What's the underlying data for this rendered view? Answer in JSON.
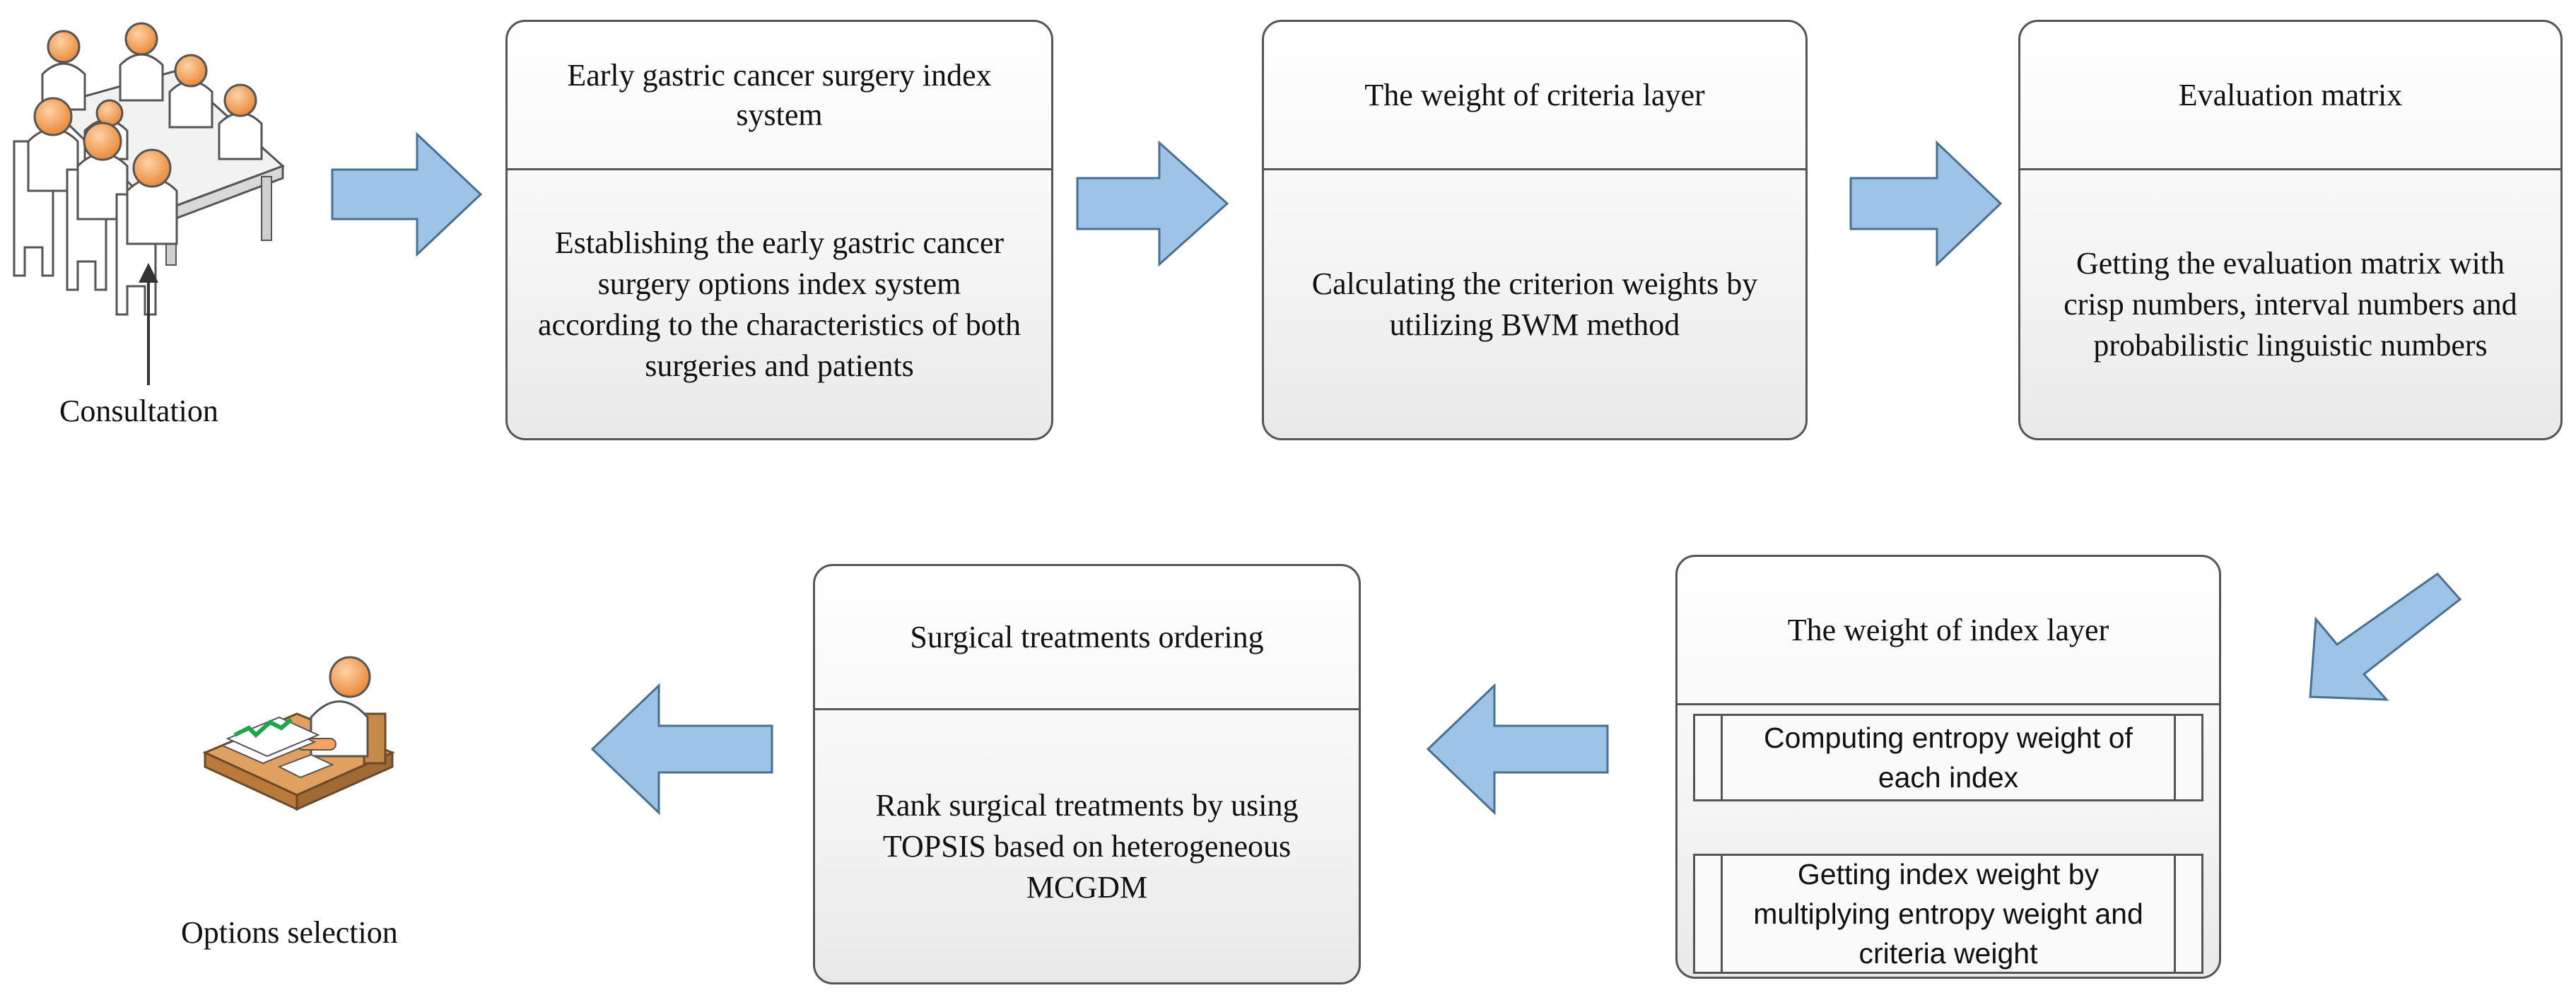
{
  "nodes": {
    "consultation": {
      "label": "Consultation",
      "icon": "meeting-group-icon"
    },
    "index_system": {
      "title": "Early gastric cancer surgery index system",
      "body": "Establishing the early gastric cancer surgery options index system according to the characteristics of both surgeries and patients"
    },
    "criteria_weight": {
      "title": "The weight of criteria layer",
      "body": "Calculating the criterion weights by utilizing BWM method"
    },
    "evaluation_matrix": {
      "title": "Evaluation matrix",
      "body": "Getting the evaluation matrix with crisp numbers, interval numbers and probabilistic linguistic numbers"
    },
    "index_weight": {
      "title": "The weight of index layer",
      "steps": [
        "Computing entropy weight of each index",
        "Getting index weight by multiplying entropy weight and criteria weight"
      ]
    },
    "ordering": {
      "title": "Surgical treatments ordering",
      "body": "Rank surgical treatments by using TOPSIS based on heterogeneous MCGDM"
    },
    "selection": {
      "label": "Options selection",
      "icon": "desk-worker-icon"
    }
  },
  "colors": {
    "arrow_fill": "#9dc3e6",
    "arrow_stroke": "#4a6f8f",
    "border": "#555555",
    "person_orange": "#f4a460"
  }
}
